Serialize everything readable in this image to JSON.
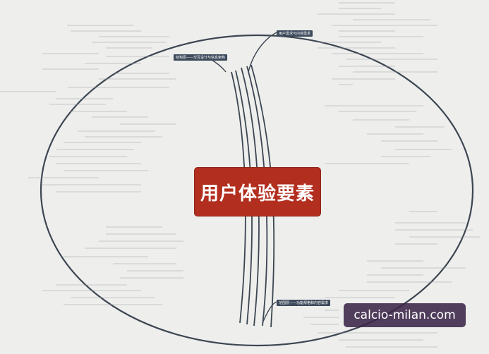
{
  "center": {
    "title": "用户体验要素"
  },
  "branches": [
    "结构层——交互设计与信息架构",
    "用户需求与内容需求",
    "范围层——功能规格和内容需求"
  ],
  "watermark": {
    "text": "calcio-milan.com"
  },
  "colors": {
    "center_fill": "#b22e1f",
    "branch_fill": "#3d4a5c",
    "ellipse_stroke": "#3c4652",
    "watermark_bg": "#3a2648"
  }
}
